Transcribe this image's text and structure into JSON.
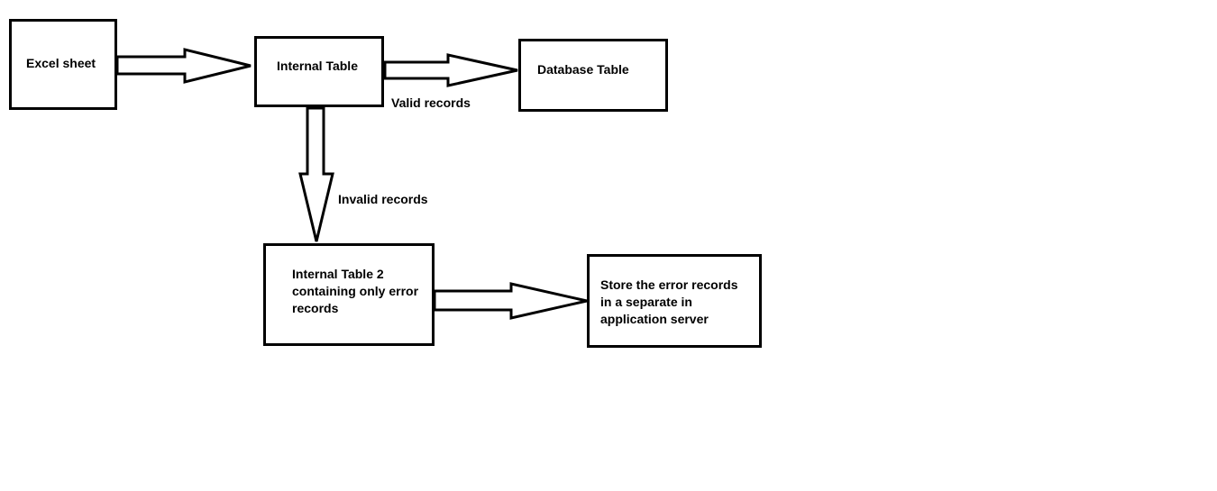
{
  "nodes": {
    "excel": "Excel sheet",
    "internal_table": "Internal Table",
    "database_table": "Database Table",
    "internal_table_2": "Internal Table 2\ncontaining only error\nrecords",
    "store_errors": "Store the error records\nin a separate in\napplication server"
  },
  "edges": {
    "valid": "Valid records",
    "invalid": "Invalid records"
  },
  "colors": {
    "line": "#000000",
    "background": "#ffffff"
  }
}
